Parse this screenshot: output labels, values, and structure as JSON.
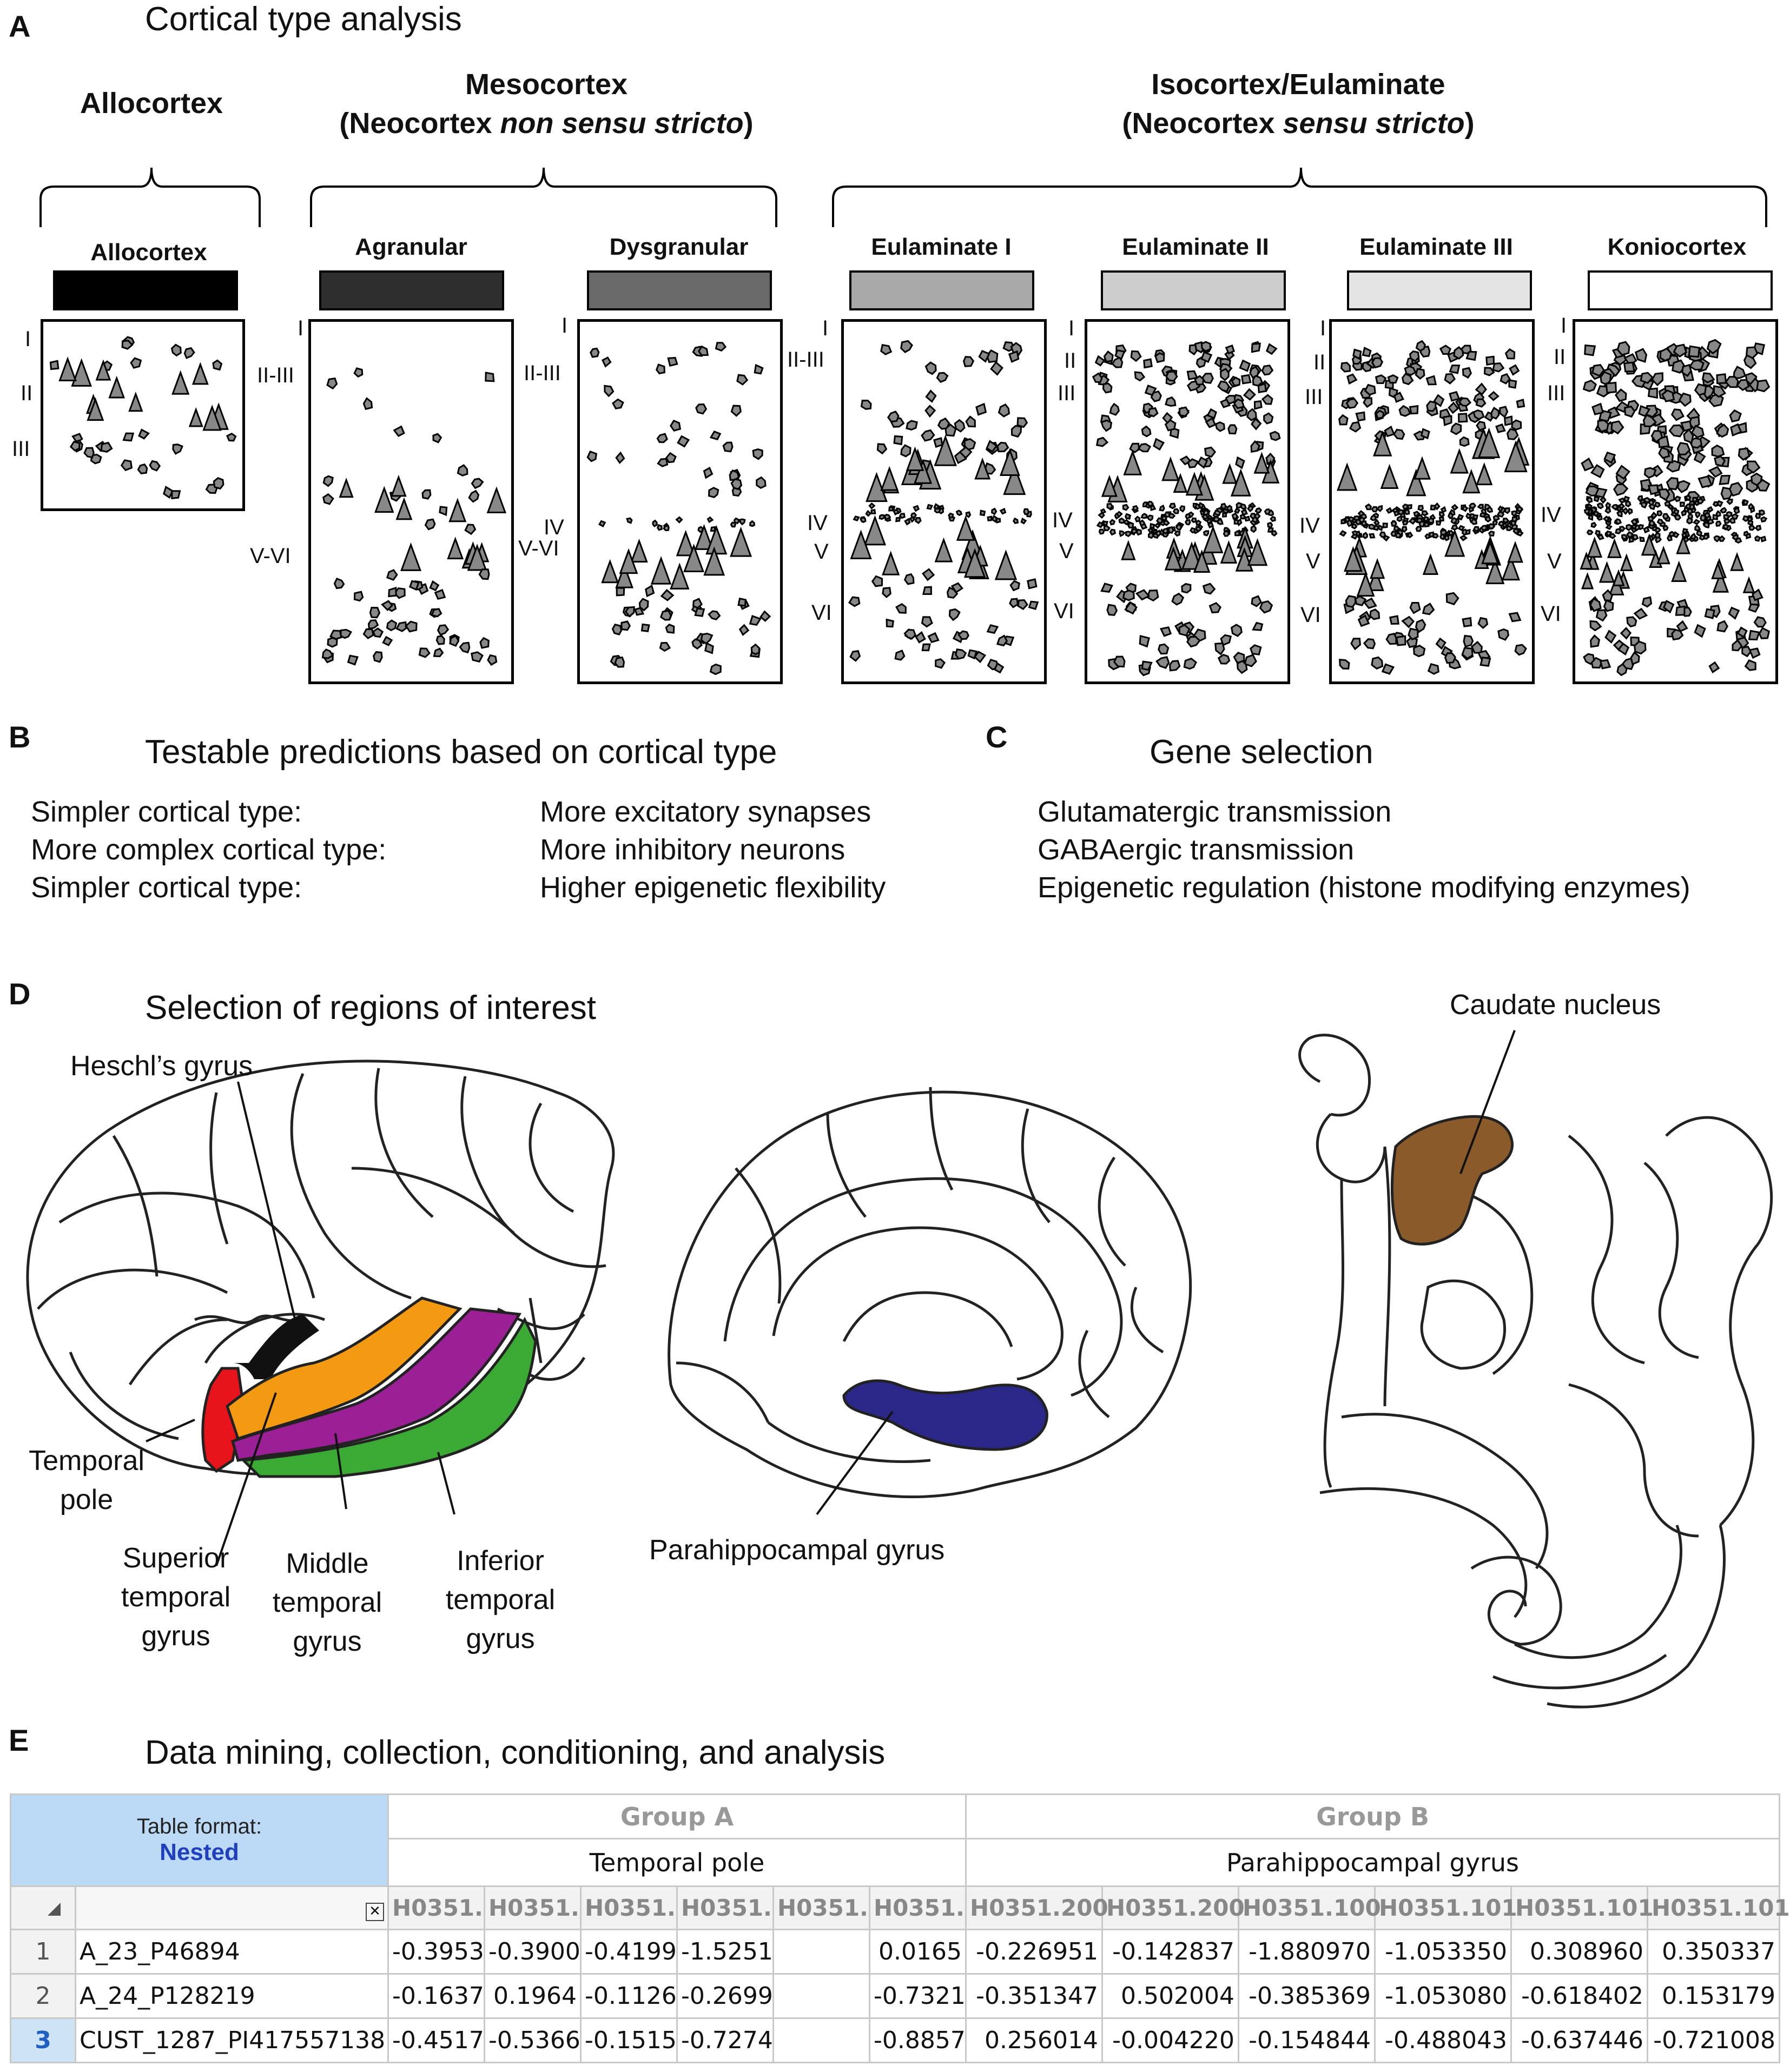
{
  "panel_a": {
    "letter": "A",
    "title": "Cortical type analysis",
    "groups": {
      "allo": "Allocortex",
      "meso_line1": "Mesocortex",
      "meso_line2_pre": "(Neocortex ",
      "meso_line2_ital": "non sensu stricto",
      "meso_line2_post": ")",
      "iso_line1": "Isocortex/Eulaminate",
      "iso_line2_pre": "(Neocortex ",
      "iso_line2_ital": "sensu stricto",
      "iso_line2_post": ")"
    },
    "columns": [
      {
        "name": "Allocortex",
        "color": "#000000"
      },
      {
        "name": "Agranular",
        "color": "#2e2e2e"
      },
      {
        "name": "Dysgranular",
        "color": "#6a6a6a"
      },
      {
        "name": "Eulaminate I",
        "color": "#a8a8a8"
      },
      {
        "name": "Eulaminate II",
        "color": "#cccccc"
      },
      {
        "name": "Eulaminate III",
        "color": "#e4e4e4"
      },
      {
        "name": "Koniocortex",
        "color": "#ffffff"
      }
    ],
    "layers": {
      "allo": [
        "I",
        "II",
        "III"
      ],
      "agran": [
        "I",
        "II-III",
        "V-VI"
      ],
      "dysg": [
        "I",
        "II-III",
        "IV",
        "V-VI"
      ],
      "eu1": [
        "I",
        "II-III",
        "IV",
        "V",
        "VI"
      ],
      "eu2": [
        "I",
        "II",
        "III",
        "IV",
        "V",
        "VI"
      ],
      "eu3": [
        "I",
        "II",
        "III",
        "IV",
        "V",
        "VI"
      ],
      "koni": [
        "I",
        "II",
        "III",
        "IV",
        "V",
        "VI"
      ]
    }
  },
  "panel_b": {
    "letter": "B",
    "title": "Testable predictions based on cortical type",
    "rows": [
      {
        "left": "Simpler cortical type:",
        "right": "More excitatory synapses"
      },
      {
        "left": "More complex cortical type:",
        "right": "More inhibitory neurons"
      },
      {
        "left": "Simpler cortical type:",
        "right": "Higher epigenetic flexibility"
      }
    ]
  },
  "panel_c": {
    "letter": "C",
    "title": "Gene selection",
    "rows": [
      "Glutamatergic transmission",
      "GABAergic transmission",
      "Epigenetic regulation (histone modifying enzymes)"
    ]
  },
  "panel_d": {
    "letter": "D",
    "title": "Selection of regions of interest",
    "labels": {
      "heschl": "Heschl’s gyrus",
      "temporal_pole": [
        "Temporal",
        "pole"
      ],
      "superior": [
        "Superior",
        "temporal",
        "gyrus"
      ],
      "middle": [
        "Middle",
        "temporal",
        "gyrus"
      ],
      "inferior": [
        "Inferior",
        "temporal",
        "gyrus"
      ],
      "parahippocampal": "Parahippocampal gyrus",
      "caudate": "Caudate nucleus"
    },
    "colors": {
      "temporal_pole": "#e8141c",
      "superior": "#f39a12",
      "middle": "#9b1f95",
      "inferior": "#3aaa35",
      "parahippocampal": "#2b2788",
      "caudate": "#8b5a2b",
      "heschl": "#111111"
    }
  },
  "panel_e": {
    "letter": "E",
    "title": "Data mining, collection, conditioning, and analysis",
    "table": {
      "format_label": "Table format:",
      "format_value": "Nested",
      "group_a": "Group A",
      "group_b": "Group B",
      "sub_a": "Temporal pole",
      "sub_b": "Parahippocampal gyrus",
      "col_headers": [
        "H0351.",
        "H0351.",
        "H0351.",
        "H0351.",
        "H0351.",
        "H0351.",
        "H0351.200",
        "H0351.200",
        "H0351.100",
        "H0351.101",
        "H0351.101",
        "H0351.101"
      ],
      "rows": [
        {
          "n": "1",
          "id": "A_23_P46894",
          "vals": [
            "-0.3953",
            "-0.3900",
            "-0.4199",
            "-1.5251",
            "",
            "0.0165",
            "-0.226951",
            "-0.142837",
            "-1.880970",
            "-1.053350",
            "0.308960",
            "0.350337"
          ]
        },
        {
          "n": "2",
          "id": "A_24_P128219",
          "vals": [
            "-0.1637",
            "0.1964",
            "-0.1126",
            "-0.2699",
            "",
            "-0.7321",
            "-0.351347",
            "0.502004",
            "-0.385369",
            "-1.053080",
            "-0.618402",
            "0.153179"
          ]
        },
        {
          "n": "3",
          "id": "CUST_1287_PI417557138",
          "vals": [
            "-0.4517",
            "-0.5366",
            "-0.1515",
            "-0.7274",
            "",
            "-0.8857",
            "0.256014",
            "-0.004220",
            "-0.154844",
            "-0.488043",
            "-0.637446",
            "-0.721008"
          ]
        }
      ]
    }
  }
}
